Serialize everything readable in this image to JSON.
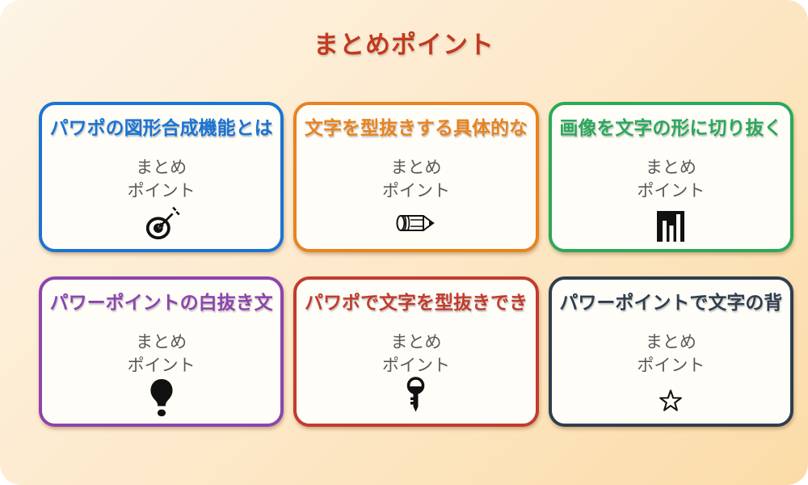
{
  "page": {
    "title": "まとめポイント",
    "title_color": "#c23a1f",
    "background_gradient": [
      "#fdf4e6",
      "#fbdca8"
    ],
    "card_background": "#fffdf8"
  },
  "card_common": {
    "summary_line1": "まとめ",
    "summary_line2": "ポイント",
    "summary_text_color": "#595959",
    "icon_color": "#111111"
  },
  "cards": [
    {
      "title": "パワポの図形合成機能とは",
      "color": "#1a74d3",
      "icon": "dart-target-icon"
    },
    {
      "title": "文字を型抜きする具体的な",
      "color": "#e9831f",
      "icon": "pencil-icon"
    },
    {
      "title": "画像を文字の形に切り抜く",
      "color": "#2aa95a",
      "icon": "building-bars-icon"
    },
    {
      "title": "パワーポイントの白抜き文",
      "color": "#8d44ad",
      "icon": "lightbulb-icon"
    },
    {
      "title": "パワポで文字を型抜きでき",
      "color": "#c23b2e",
      "icon": "key-icon"
    },
    {
      "title": "パワーポイントで文字の背",
      "color": "#2f3e4e",
      "icon": "star-icon"
    }
  ]
}
